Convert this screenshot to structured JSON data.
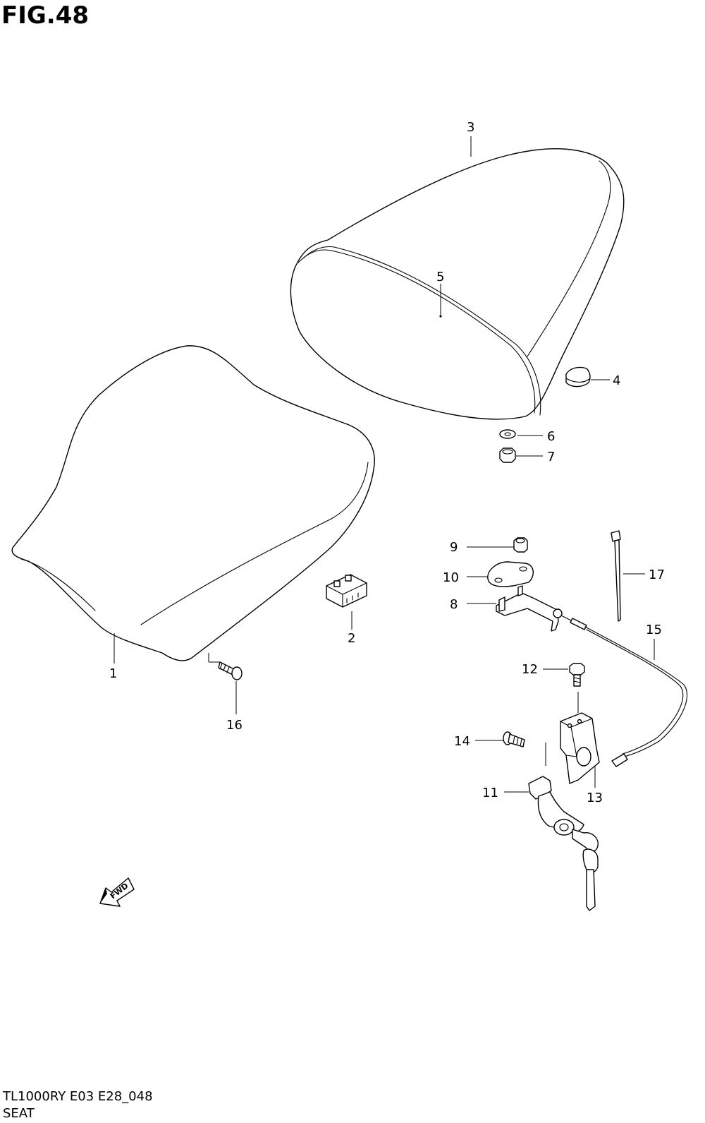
{
  "figure": {
    "title": "FIG.48",
    "model_code": "TL1000RY E03 E28_048",
    "section_name": "SEAT",
    "fwd_label": "FWD"
  },
  "callouts": [
    {
      "id": "1",
      "text": "1"
    },
    {
      "id": "2",
      "text": "2"
    },
    {
      "id": "3",
      "text": "3"
    },
    {
      "id": "4",
      "text": "4"
    },
    {
      "id": "5",
      "text": "5"
    },
    {
      "id": "6",
      "text": "6"
    },
    {
      "id": "7",
      "text": "7"
    },
    {
      "id": "8",
      "text": "8"
    },
    {
      "id": "9",
      "text": "9"
    },
    {
      "id": "10",
      "text": "10"
    },
    {
      "id": "11",
      "text": "11"
    },
    {
      "id": "12",
      "text": "12"
    },
    {
      "id": "13",
      "text": "13"
    },
    {
      "id": "14",
      "text": "14"
    },
    {
      "id": "15",
      "text": "15"
    },
    {
      "id": "16",
      "text": "16"
    },
    {
      "id": "17",
      "text": "17"
    }
  ]
}
